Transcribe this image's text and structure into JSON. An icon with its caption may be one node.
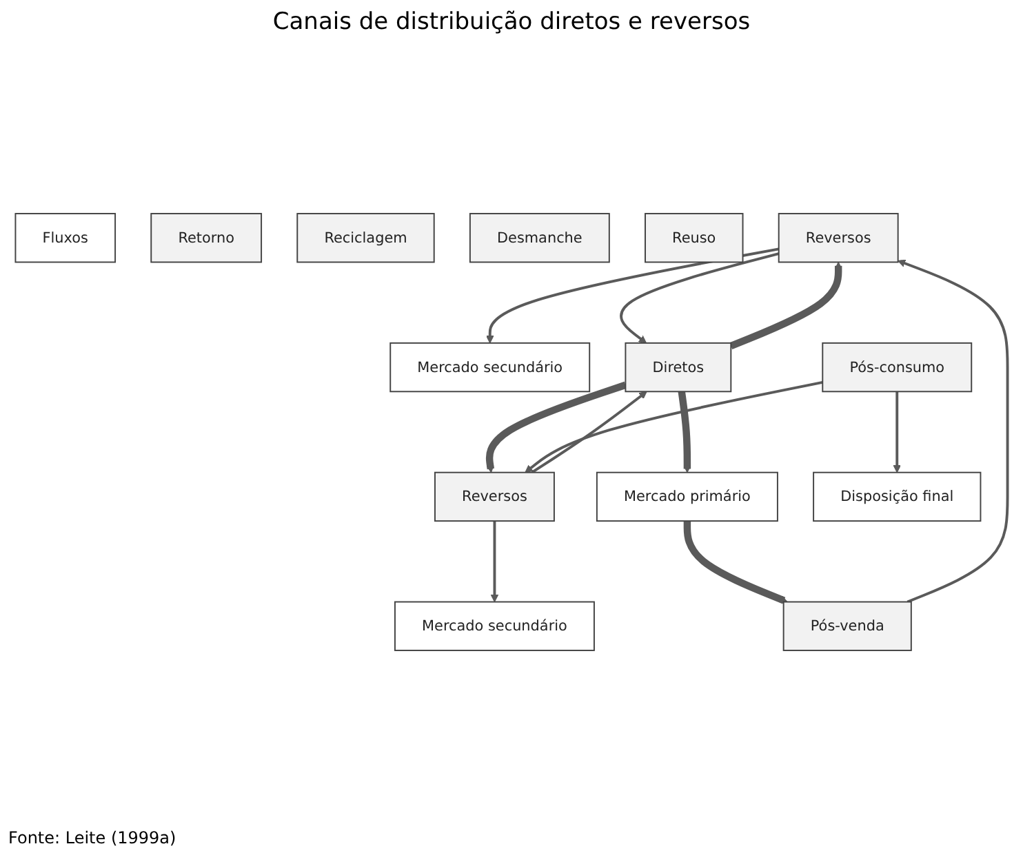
{
  "diagram": {
    "title": "Canais de distribuição diretos e reversos",
    "caption": "Fonte: Leite (1999a)",
    "nodes": [
      {
        "text": [
          "Fluxos"
        ]
      },
      {
        "text": [
          "Mercado secundário"
        ]
      },
      {
        "text": [
          "Reversos"
        ]
      },
      {
        "text": [
          "Diretos"
        ]
      },
      {
        "text": [
          "Reversos"
        ]
      },
      {
        "text": [
          "Mercado secundário"
        ]
      },
      {
        "text": [
          "Retorno"
        ]
      },
      {
        "text": [
          "Mercado primário"
        ]
      },
      {
        "text": [
          "Reciclagem"
        ]
      },
      {
        "text": [
          "Desmanche"
        ]
      },
      {
        "text": [
          "Reuso"
        ]
      },
      {
        "text": [
          "Pós-venda"
        ]
      },
      {
        "text": [
          "Pós-consumo"
        ]
      },
      {
        "text": [
          "Disposição final"
        ]
      }
    ],
    "edges": [
      {
        "from": 2,
        "to": 1,
        "arrow": "to"
      },
      {
        "from": 2,
        "to": 3,
        "arrow": "to"
      },
      {
        "from": 4,
        "to": 3,
        "arrow": "to"
      },
      {
        "from": 4,
        "to": 5,
        "arrow": "to"
      },
      {
        "from": 3,
        "to": 2,
        "arrow": "to",
        "style": "thick"
      },
      {
        "from": 3,
        "to": 4,
        "arrow": "to",
        "style": "thick"
      },
      {
        "from": 3,
        "to": 7,
        "arrow": "to",
        "style": "thick"
      },
      {
        "from": 7,
        "to": 11,
        "arrow": "to",
        "style": "thick"
      },
      {
        "from": 11,
        "to": 2,
        "arrow": "to"
      },
      {
        "from": 12,
        "to": 4,
        "arrow": "to"
      },
      {
        "from": 12,
        "to": 13,
        "arrow": "to"
      }
    ]
  }
}
